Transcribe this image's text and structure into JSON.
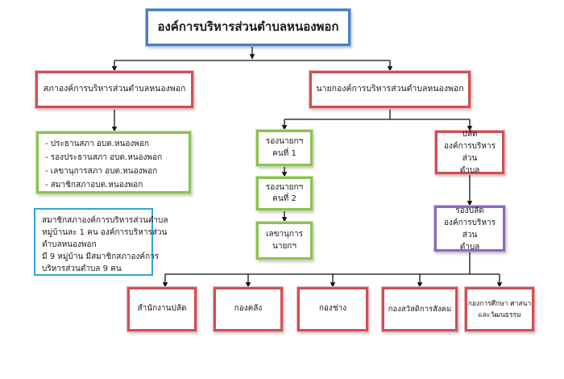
{
  "diagram": {
    "title": "องค์การบริหารส่วนตำบลหนองพอก",
    "council": {
      "name": "สภาองค์การบริหารส่วนตำบลหนองพอก",
      "members": [
        "- ประธานสภา อบต.หนองพอก",
        "- รองประธานสภา อบต.หนองพอก",
        "- เลขานุการสภา อบต.หนองพอก",
        "- สมาชิกสภาอบต.หนองพอก"
      ],
      "note": [
        "สมาชิกสภาองค์การบริหารส่วนตำบล",
        "หมู่บ้านละ 1 คน องค์การบริหารส่วน",
        "ตำบลหนองพอก",
        "มี 9 หมู่บ้าน มีสมาชิกสภาองค์การ",
        "บริหารส่วนตำบล 9 คน"
      ]
    },
    "executive": {
      "name": "นายกองค์การบริหารส่วนตำบลหนองพอก",
      "deputy1": [
        "รองนายกฯ",
        "คนที่ 1"
      ],
      "deputy2": [
        "รองนายกฯ",
        "คนที่ 2"
      ],
      "secretary": [
        "เลขานุการ",
        "นายกฯ"
      ]
    },
    "administration": {
      "palad": [
        "ปลัด",
        "องค์การบริหารส่วน",
        "ตำบล"
      ],
      "deputy_palad": [
        "รองปลัด",
        "องค์การบริหารส่วน",
        "ตำบล"
      ]
    },
    "divisions": [
      [
        "สำนักงานปลัด"
      ],
      [
        "กองคลัง"
      ],
      [
        "กองช่าง"
      ],
      [
        "กองสวัสดิการสังคม"
      ],
      [
        "กองการศึกษา ศาสนา",
        "และวัฒนธรรม"
      ]
    ]
  }
}
